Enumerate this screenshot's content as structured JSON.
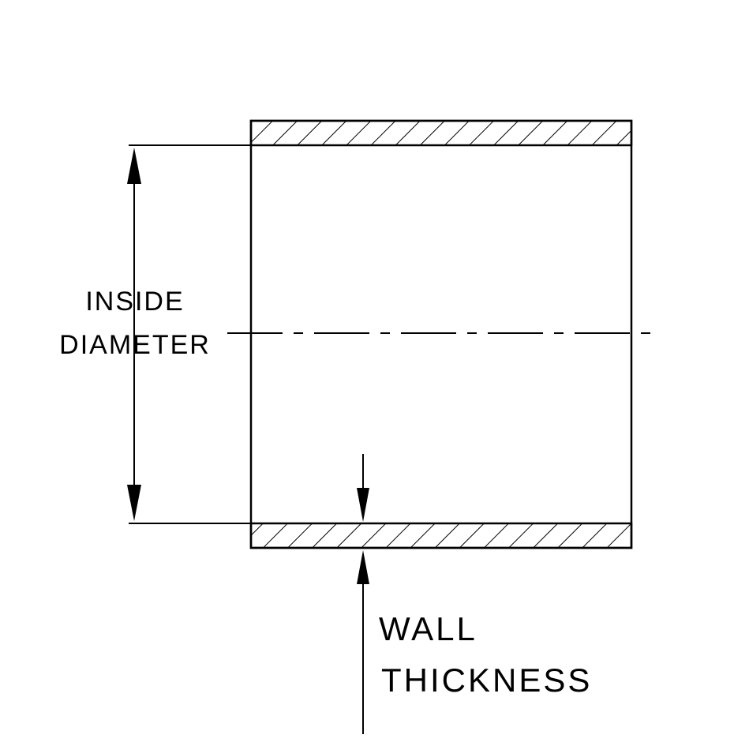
{
  "page": {
    "background": "#ffffff",
    "line_color": "#000000"
  },
  "diagram": {
    "type": "technical-drawing",
    "subject": "hose-tube-cross-section",
    "labels": {
      "inside_diameter_line1": "INSIDE",
      "inside_diameter_line2": "DIAMETER",
      "wall_thickness_line1": "WALL",
      "wall_thickness_line2": "THICKNESS"
    }
  }
}
